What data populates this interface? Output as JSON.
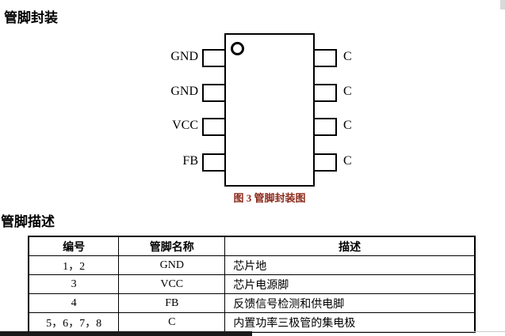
{
  "page": {
    "section_package_title": "管脚封装",
    "section_description_title": "管脚描述",
    "figure_caption": "图 3  管脚封装图"
  },
  "chip": {
    "left_pins": [
      "GND",
      "GND",
      "VCC",
      "FB"
    ],
    "right_pins": [
      "C",
      "C",
      "C",
      "C"
    ]
  },
  "table": {
    "headers": [
      "编号",
      "管脚名称",
      "描述"
    ],
    "rows": [
      [
        "1，2",
        "GND",
        "芯片地"
      ],
      [
        "3",
        "VCC",
        "芯片电源脚"
      ],
      [
        "4",
        "FB",
        "反馈信号检测和供电脚"
      ],
      [
        "5，6，7，8",
        "C",
        "内置功率三极管的集电极"
      ]
    ]
  },
  "colors": {
    "caption": "#8b2a1a"
  }
}
